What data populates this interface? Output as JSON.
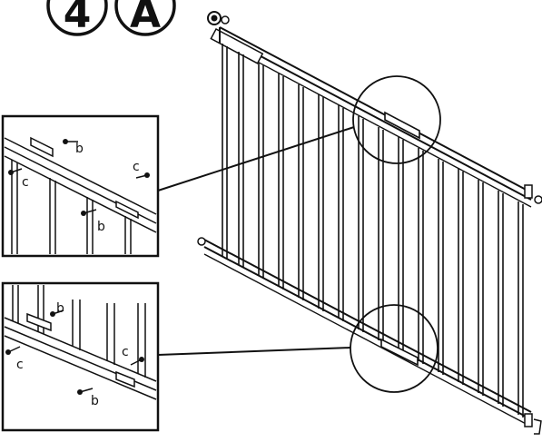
{
  "steps": {
    "step_number": "4",
    "step_letter": "A"
  },
  "detail_top": {
    "labels": [
      "b",
      "c",
      "c",
      "b"
    ]
  },
  "detail_bottom": {
    "labels": [
      "b",
      "c",
      "c",
      "b"
    ]
  },
  "colors": {
    "line": "#111111",
    "background": "#ffffff",
    "shade": "#d8d8d8"
  }
}
